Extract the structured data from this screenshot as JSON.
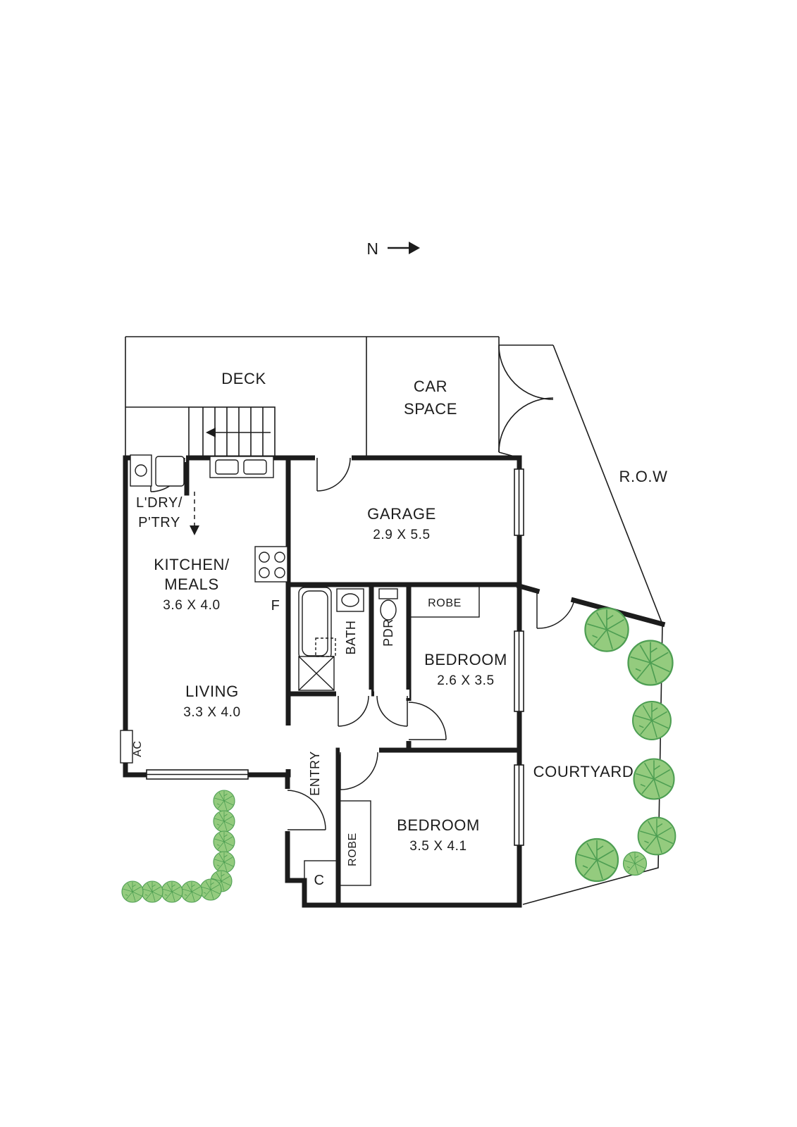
{
  "compass": {
    "label": "N"
  },
  "site": {
    "deck_label": "DECK",
    "car_space_line1": "CAR",
    "car_space_line2": "SPACE",
    "row_label": "R.O.W",
    "courtyard_label": "COURTYARD"
  },
  "rooms": {
    "laundry": {
      "line1": "L'DRY/",
      "line2": "P'TRY"
    },
    "garage": {
      "name": "GARAGE",
      "dims": "2.9 X 5.5"
    },
    "kitchen": {
      "line1": "KITCHEN/",
      "line2": "MEALS",
      "dims": "3.6 X 4.0"
    },
    "living": {
      "name": "LIVING",
      "dims": "3.3 X 4.0"
    },
    "bath": {
      "name": "BATH"
    },
    "powder": {
      "name": "PDR"
    },
    "bedroom1": {
      "name": "BEDROOM",
      "dims": "2.6 X 3.5",
      "robe": "ROBE"
    },
    "bedroom2": {
      "name": "BEDROOM",
      "dims": "3.5 X 4.1",
      "robe": "ROBE"
    },
    "entry": {
      "name": "ENTRY"
    },
    "fridge_label": "F",
    "ac_label": "AC",
    "closet_label": "C"
  },
  "colors": {
    "wall": "#1c1c1c",
    "line": "#1c1c1c",
    "tree_fill": "#94cb7e",
    "tree_stroke": "#4d9e52",
    "background": "#ffffff"
  }
}
